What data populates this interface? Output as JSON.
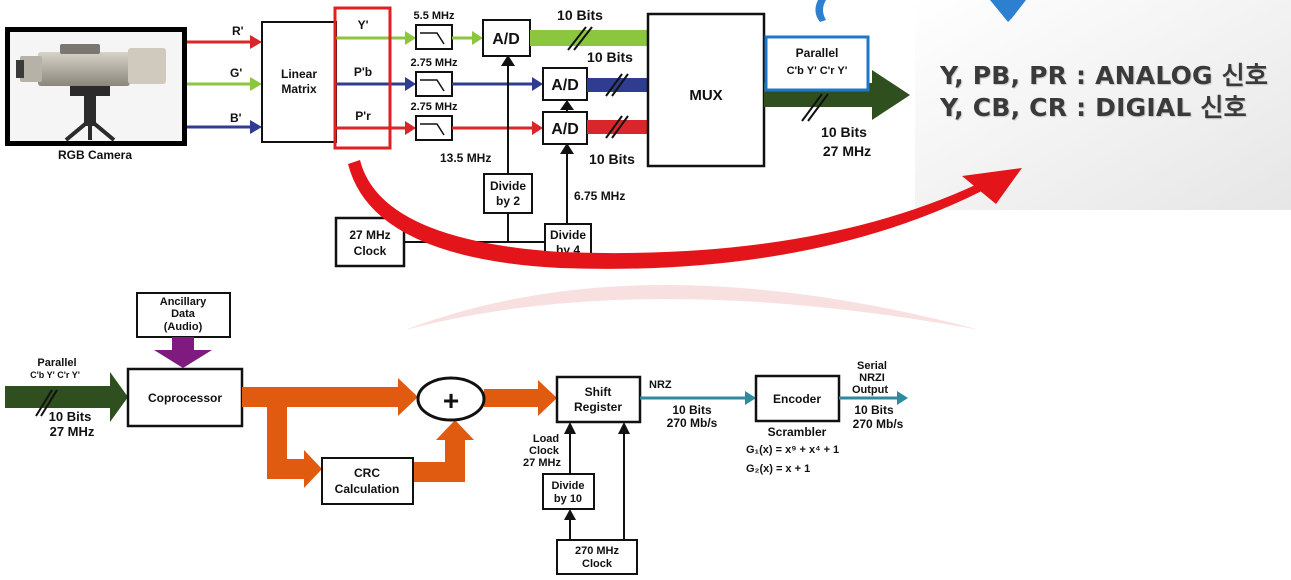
{
  "top": {
    "camera_label": "RGB Camera",
    "signals": {
      "r": "R'",
      "g": "G'",
      "b": "B'"
    },
    "linear_matrix": [
      "Linear",
      "Matrix"
    ],
    "components": {
      "y": "Y'",
      "pb": "P'b",
      "pr": "P'r"
    },
    "filters": {
      "y": "5.5 MHz",
      "pb": "2.75 MHz",
      "pr": "2.75 MHz"
    },
    "ad_label": "A/D",
    "bits_top": "10 Bits",
    "bits_mid": "10 Bits",
    "bits_bottom": "10 Bits",
    "freq_13_5": "13.5 MHz",
    "freq_6_75": "6.75 MHz",
    "divide_2": [
      "Divide",
      "by 2"
    ],
    "divide_4": [
      "Divide",
      "by 4"
    ],
    "clock_27": [
      "27 MHz",
      "Clock"
    ],
    "mux": "MUX",
    "parallel": {
      "title": "Parallel",
      "seq": "C'b  Y'  C'r   Y'"
    },
    "output_bits": "10 Bits",
    "output_freq": "27 MHz"
  },
  "notes": {
    "line1": "Y, PB, PR : ANALOG 신호",
    "line2": "Y, CB, CR : DIGIAL 신호"
  },
  "bottom": {
    "ancillary": [
      "Ancillary",
      "Data",
      "(Audio)"
    ],
    "parallel": {
      "title": "Parallel",
      "seq": "C'b  Y'  C'r  Y'"
    },
    "input_bits": "10 Bits",
    "input_freq": "27 MHz",
    "coprocessor": "Coprocessor",
    "adder": "+",
    "crc": [
      "CRC",
      "Calculation"
    ],
    "shift_register": [
      "Shift",
      "Register"
    ],
    "nrz": "NRZ",
    "mid_bits": "10 Bits",
    "mid_rate": "270 Mb/s",
    "load_clock": [
      "Load",
      "Clock",
      "27 MHz"
    ],
    "divide_10": [
      "Divide",
      "by 10"
    ],
    "clock_270": [
      "270 MHz",
      "Clock"
    ],
    "encoder": "Encoder",
    "scrambler": "Scrambler",
    "serial_out": [
      "Serial",
      "NRZI",
      "Output"
    ],
    "out_bits": "10 Bits",
    "out_rate": "270 Mb/s",
    "g1": "G₁(x) = x⁹ + x⁴ + 1",
    "g2": "G₂(x) = x + 1"
  },
  "colors": {
    "red": "#d9262b",
    "green": "#8cc63f",
    "blue": "#2e3d8f",
    "dark_green": "#2f4f1f",
    "orange": "#e05a10",
    "purple": "#7f1b7f",
    "teal": "#2f8aa0",
    "highlight_red": "#e02020",
    "highlight_blue": "#1f77c8"
  }
}
